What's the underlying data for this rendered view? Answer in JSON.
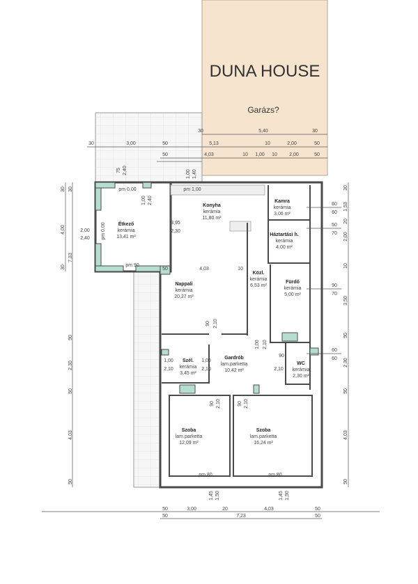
{
  "garage": {
    "label": "Garázs?"
  },
  "watermark": "DUNA HOUSE",
  "colors": {
    "garage": "#f6e4cf",
    "hatch": "#b5ddd0",
    "wall": "#4a4a4a",
    "paving": "#f2f2f2"
  },
  "rooms": [
    {
      "name": "Konyha",
      "floor": "kerámia",
      "area": "11,80 m²"
    },
    {
      "name": "Kamra",
      "floor": "kerámia",
      "area": "3,06 m²"
    },
    {
      "name": "Háztartási h.",
      "floor": "kerámia",
      "area": "4,00 m²"
    },
    {
      "name": "Étkező",
      "floor": "kerámia",
      "area": "13,41 m²"
    },
    {
      "name": "Nappali",
      "floor": "kerámia",
      "area": "20,27 m²"
    },
    {
      "name": "Közl.",
      "floor": "kerámia",
      "area": "6,53 m²"
    },
    {
      "name": "Fürdő",
      "floor": "kerámia",
      "area": "5,00 m²"
    },
    {
      "name": "Gardrób",
      "floor": "lam.parketta",
      "area": "10,42 m²"
    },
    {
      "name": "Szél.",
      "floor": "kerámia",
      "area": "3,45 m²"
    },
    {
      "name": "WC",
      "floor": "kerámia",
      "area": "2,30 m²"
    },
    {
      "name": "Szoba",
      "floor": "lam.parketta",
      "area": "12,09 m²"
    },
    {
      "name": "Szoba",
      "floor": "lam.parketta",
      "area": "16,24 m²"
    }
  ],
  "dimensions": {
    "top_row1": [
      "30",
      "5,40",
      "30"
    ],
    "top_row2": [
      "30",
      "3,00",
      "50",
      "5,13",
      "10",
      "2,00",
      "50"
    ],
    "top_row3": [
      "50",
      "4,03",
      "10",
      "1,00",
      "10",
      "2,00",
      "50"
    ],
    "bottom_row1": [
      "50",
      "3,00",
      "20",
      "4,03",
      "50"
    ],
    "bottom_row2": [
      "50",
      "7,23",
      "50"
    ],
    "left_outer": [
      "30",
      "4,00",
      "30"
    ],
    "left_inner": [
      "30",
      "7,33",
      "50",
      "2,30",
      "50",
      "4,03",
      "50"
    ],
    "right": [
      "30",
      "1,53",
      "20",
      "2,00",
      "10",
      "3,50",
      "50",
      "2,30",
      "50",
      "4,03",
      "50"
    ],
    "windows_right": [
      [
        "60",
        "60"
      ],
      [
        "50",
        "70"
      ],
      [
        "90",
        "70"
      ],
      [
        "60",
        "60"
      ]
    ],
    "annotations": [
      "pm 0,00",
      "pm 1,00",
      "pm 90",
      "pm 0,00",
      "2,00",
      "2,40",
      "3,95",
      "2,30",
      "4,03",
      "50",
      "10",
      "pm 80",
      "pm 80",
      "1,45",
      "1,50",
      "1,45",
      "1,50",
      "90",
      "2,10",
      "90",
      "2,10",
      "90",
      "2,10",
      "1,00",
      "2,10",
      "1,00",
      "2,10",
      "1,00",
      "2,10",
      "90",
      "2,10",
      "75",
      "2,40",
      "1,00",
      "1,40",
      "1,00",
      "2,40"
    ]
  }
}
